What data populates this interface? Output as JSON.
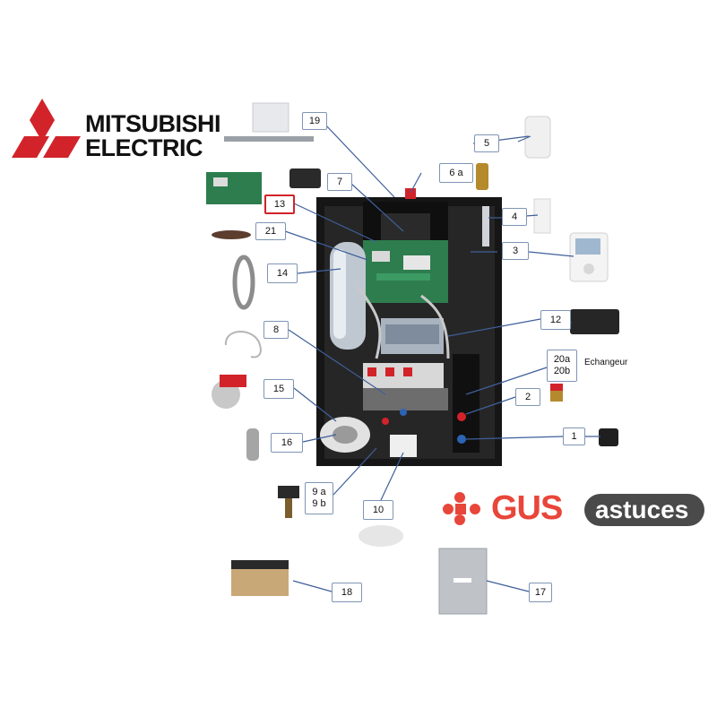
{
  "brand": {
    "line1": "MITSUBISHI",
    "line2": "ELECTRIC",
    "color": "#d2232a"
  },
  "watermark": {
    "prefix": "GUS",
    "suffix": "astuces",
    "accent": "#e8463a",
    "pill": "#4a4a4a"
  },
  "labels": {
    "l1": "1",
    "l2": "2",
    "l3": "3",
    "l4": "4",
    "l5": "5",
    "l6a": "6 a",
    "l7": "7",
    "l8": "8",
    "l9a": "9 a",
    "l9b": "9 b",
    "l10": "10",
    "l12": "12",
    "l13": "13",
    "l14": "14",
    "l15": "15",
    "l16": "16",
    "l17": "17",
    "l18": "18",
    "l19": "19",
    "l20a": "20a",
    "l20b": "20b",
    "l21": "21"
  },
  "notes": {
    "echangeur": "Echangeur"
  },
  "colors": {
    "cabinet": "#1c1c1c",
    "leader": "#3f5f99",
    "label_border": "#7f95b5",
    "highlight_border": "#d2232a",
    "pcb": "#2e7d4f"
  }
}
